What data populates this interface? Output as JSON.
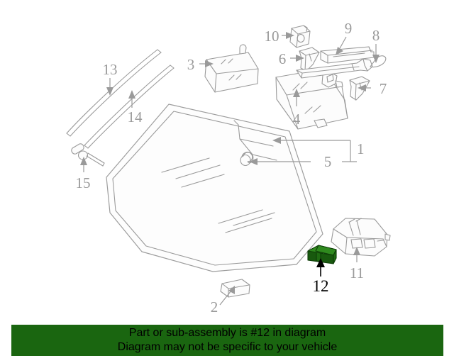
{
  "diagram": {
    "title": "Windshield Glass and Related Parts Exploded Diagram",
    "line_color": "#9a9a9a",
    "highlight_color": "#2f8a1e",
    "highlight_outline_color": "#0d3d07",
    "background_color": "#ffffff",
    "callouts": [
      {
        "number": "1",
        "name": "windshield-glass",
        "highlighted": false
      },
      {
        "number": "2",
        "name": "lower-trim-wedge",
        "highlighted": false
      },
      {
        "number": "3",
        "name": "rear-view-mirror-plain",
        "highlighted": false
      },
      {
        "number": "4",
        "name": "rear-view-mirror-assembly",
        "highlighted": false
      },
      {
        "number": "5",
        "name": "mirror-mounting-button",
        "highlighted": false
      },
      {
        "number": "6",
        "name": "visor-clip-cover-left",
        "highlighted": false
      },
      {
        "number": "7",
        "name": "visor-clip-cover-right",
        "highlighted": false
      },
      {
        "number": "8",
        "name": "sun-visor-support-rod",
        "highlighted": false
      },
      {
        "number": "9",
        "name": "sun-visor",
        "highlighted": false
      },
      {
        "number": "10",
        "name": "visor-retainer-bracket",
        "highlighted": false
      },
      {
        "number": "11",
        "name": "overhead-console",
        "highlighted": false
      },
      {
        "number": "12",
        "name": "rain-sensor-module",
        "highlighted": true
      },
      {
        "number": "13",
        "name": "upper-molding-outer",
        "highlighted": false
      },
      {
        "number": "14",
        "name": "upper-molding-inner",
        "highlighted": false
      },
      {
        "number": "15",
        "name": "molding-clip-fastener",
        "highlighted": false
      }
    ]
  },
  "notice": {
    "line1": "Part or sub-assembly is #12 in diagram",
    "line2": "Diagram may not be specific to your vehicle",
    "background_color": "#1a6610",
    "text_color": "#000000"
  }
}
